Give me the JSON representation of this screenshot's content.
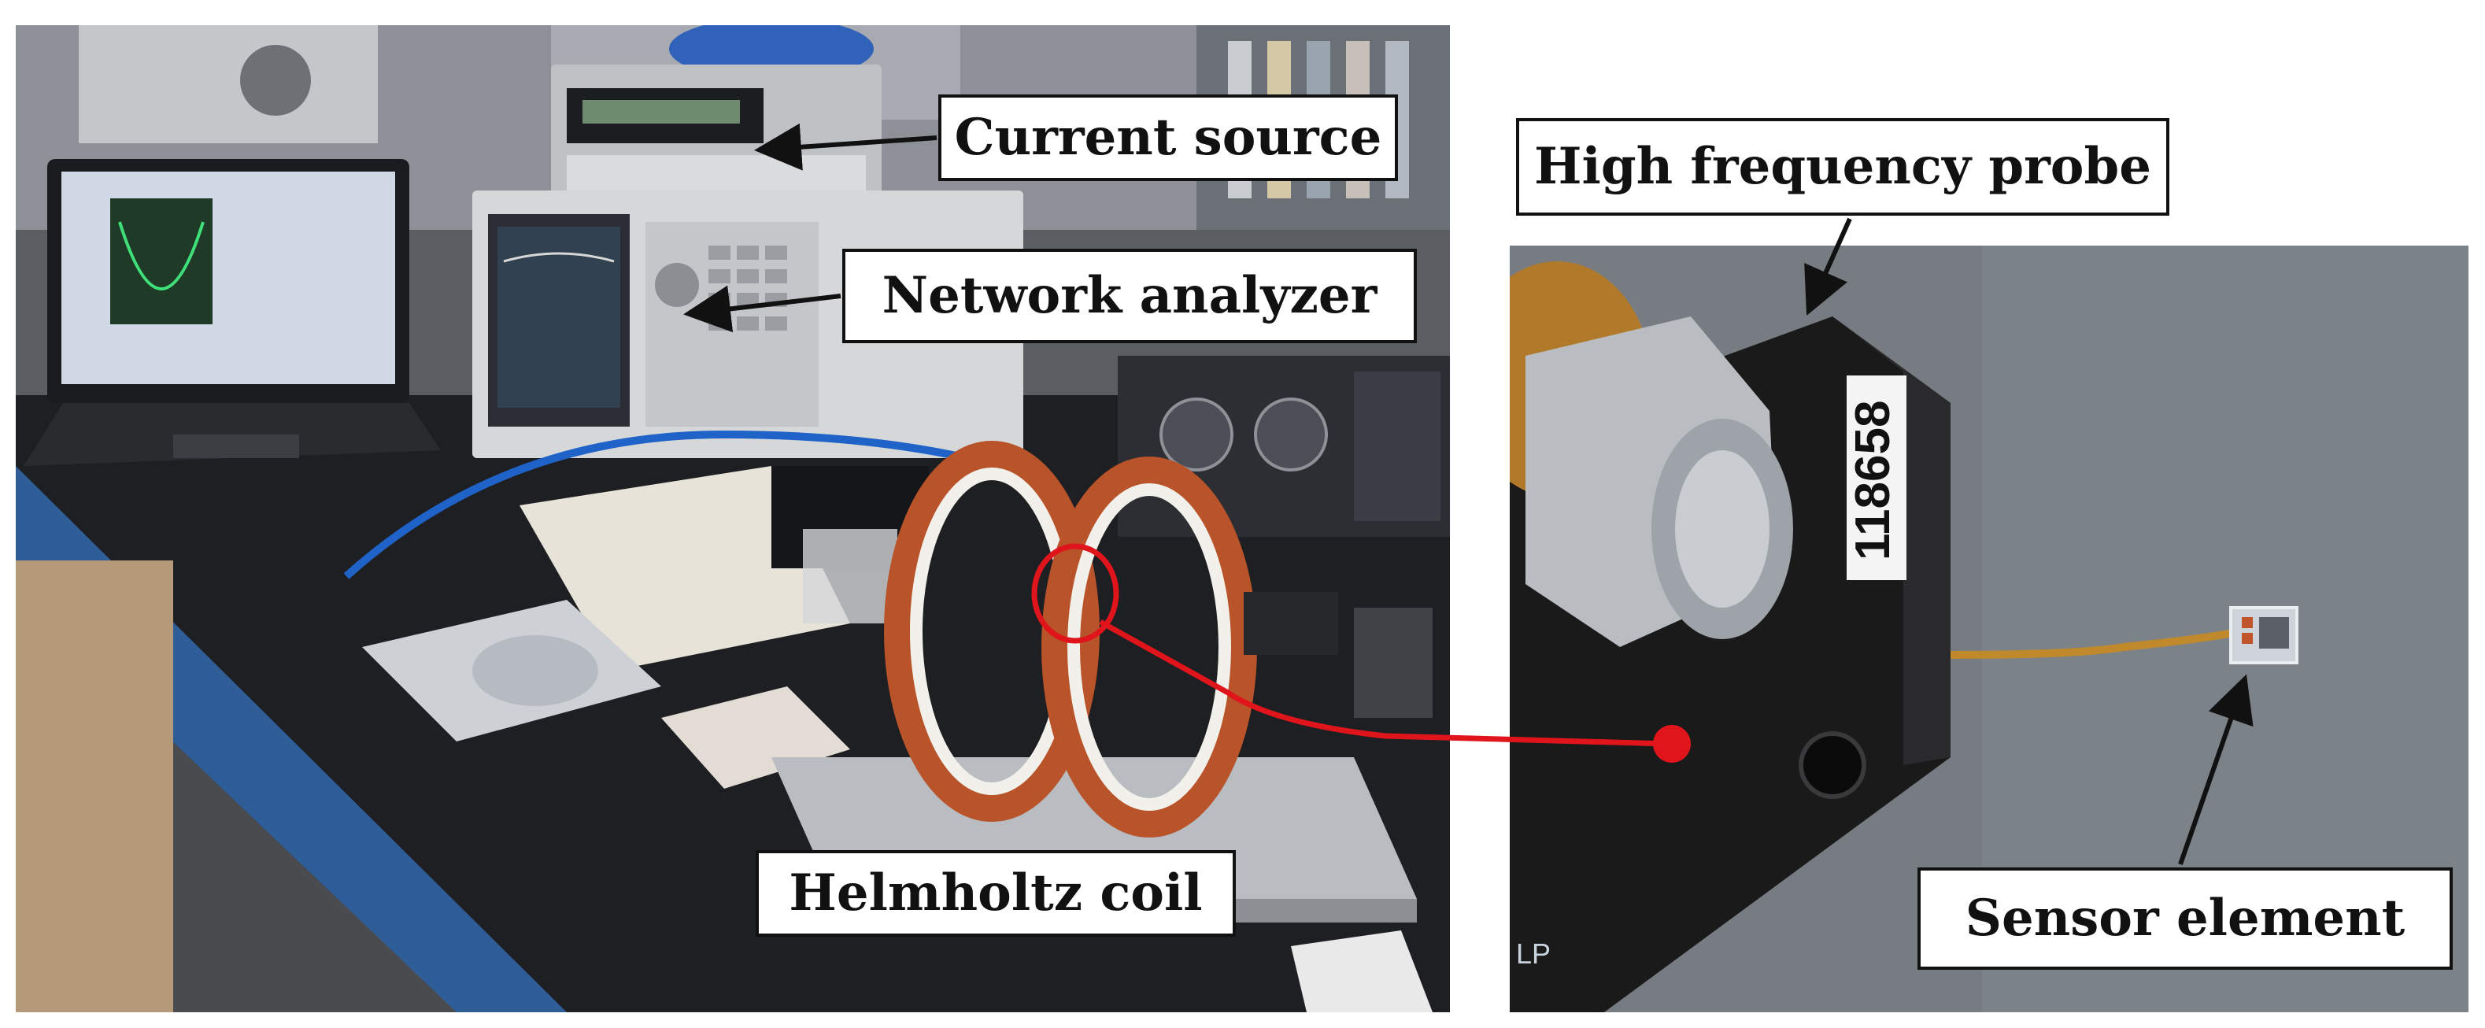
{
  "figure": {
    "left_panel": {
      "callouts": {
        "current_source": "Current source",
        "network_analyzer": "Network analyzer",
        "helmholtz_coil": "Helmholtz coil"
      }
    },
    "right_panel": {
      "callouts": {
        "high_frequency_probe": "High frequency probe",
        "sensor_element": "Sensor element"
      },
      "probe_serial_label": "118658",
      "probe_partial_text": "LP"
    }
  },
  "colors": {
    "annotation_red": "#e0151b",
    "coil_orange": "#b8532a",
    "coil_white": "#f2f0ea",
    "bench_black": "#1e1f22",
    "bench_blue": "#2f5d97",
    "cable_blue": "#1f63c8",
    "probe_black": "#1a1a1a",
    "callout_border": "#111111"
  }
}
